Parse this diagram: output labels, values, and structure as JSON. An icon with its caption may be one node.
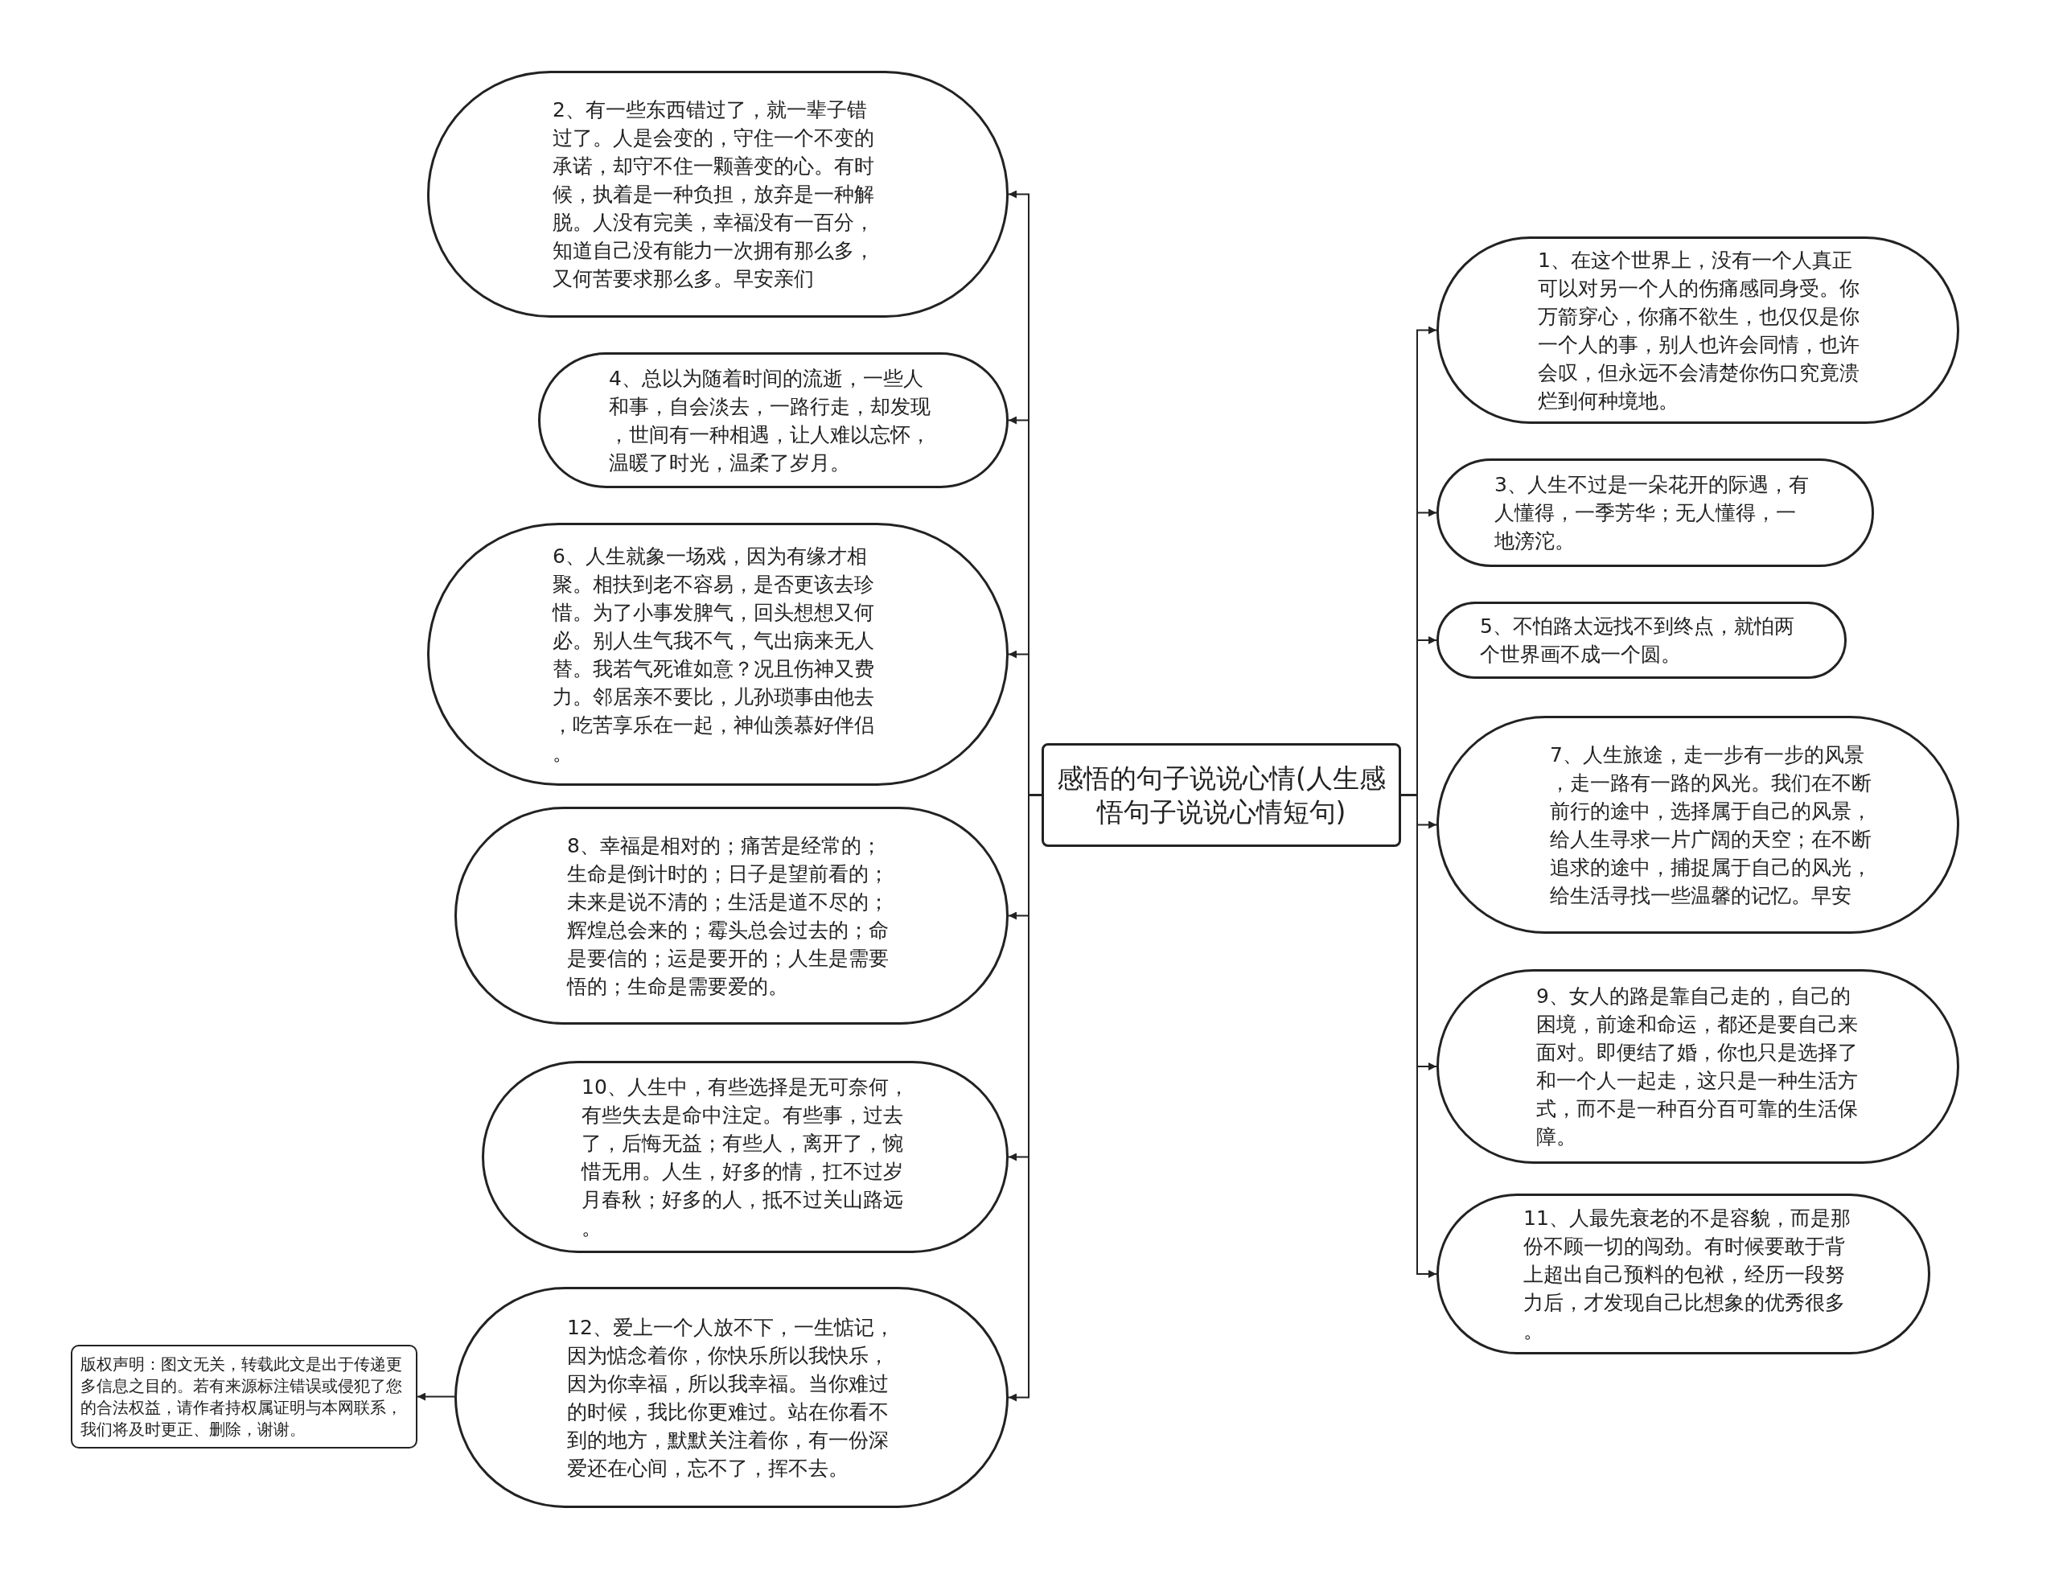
{
  "diagram": {
    "nodes": [
      {
        "text": [
          "感悟的句子说说心情(人生感悟句子说说心情短句)"
        ]
      },
      {
        "text": [
          "1、在这个世界上，没有一个人真正可以对另一个人的伤痛感同身受。你万箭穿心，你痛不欲生，也仅仅是你一个人的事，别人也许会同情，也许会叹，但永远不会清楚你伤口究竟溃烂到何种境地。"
        ]
      },
      {
        "text": [
          "2、有一些东西错过了，就一辈子错过了。人是会变的，守住一个不变的承诺，却守不住一颗善变的心。有时候，执着是一种负担，放弃是一种解脱。人没有完美，幸福没有一百分，知道自己没有能力一次拥有那么多，又何苦要求那么多。早安亲们"
        ]
      },
      {
        "text": [
          "3、人生不过是一朵花开的际遇，有人懂得，一季芳华；无人懂得，一地滂沱。"
        ]
      },
      {
        "text": [
          "4、总以为随着时间的流逝，一些人和事，自会淡去，一路行走，却发现，世间有一种相遇，让人难以忘怀，温暖了时光，温柔了岁月。"
        ]
      },
      {
        "text": [
          "5、不怕路太远找不到终点，就怕两个世界画不成一个圆。"
        ]
      },
      {
        "text": [
          "6、人生就象一场戏，因为有缘才相聚。相扶到老不容易，是否更该去珍惜。为了小事发脾气，回头想想又何必。别人生气我不气，气出病来无人替。我若气死谁如意？况且伤神又费力。邻居亲不要比，儿孙琐事由他去，吃苦享乐在一起，神仙羡慕好伴侣。"
        ]
      },
      {
        "text": [
          "7、人生旅途，走一步有一步的风景，走一路有一路的风光。我们在不断前行的途中，选择属于自己的风景，给人生寻求一片广阔的天空；在不断追求的途中，捕捉属于自己的风光，给生活寻找一些温馨的记忆。早安"
        ]
      },
      {
        "text": [
          "8、幸福是相对的；痛苦是经常的；生命是倒计时的；日子是望前看的；未来是说不清的；生活是道不尽的；辉煌总会来的；霉头总会过去的；命是要信的；运是要开的；人生是需要悟的；生命是需要爱的。"
        ]
      },
      {
        "text": [
          "9、女人的路是靠自己走的，自己的困境，前途和命运，都还是要自己来面对。即便结了婚，你也只是选择了和一个人一起走，这只是一种生活方式，而不是一种百分百可靠的生活保障。"
        ]
      },
      {
        "text": [
          "10、人生中，有些选择是无可奈何，有些失去是命中注定。有些事，过去了，后悔无益；有些人，离开了，惋惜无用。人生，好多的情，扛不过岁月春秋；好多的人，抵不过关山路远。"
        ]
      },
      {
        "text": [
          "11、人最先衰老的不是容貌，而是那份不顾一切的闯劲。有时候要敢于背上超出自己预料的包袱，经历一段努力后，才发现自己比想象的优秀很多。"
        ]
      },
      {
        "text": [
          "12、爱上一个人放不下，一生惦记，因为惦念着你，你快乐所以我快乐，因为你幸福，所以我幸福。当你难过的时候，我比你更难过。站在你看不到的地方，默默关注着你，有一份深爱还在心间，忘不了，挥不去。"
        ]
      },
      {
        "text": [
          "版权声明：图文无关，转载此文是出于传递更多信息之目的。若有来源标注错误或侵犯了您的合法权益，请作者持权属证明与本网联系，我们将及时更正、删除，谢谢。"
        ]
      }
    ],
    "edges": [
      {
        "from": 0,
        "to": 1,
        "arrow": "to"
      },
      {
        "from": 0,
        "to": 2,
        "arrow": "to"
      },
      {
        "from": 0,
        "to": 3,
        "arrow": "to"
      },
      {
        "from": 0,
        "to": 4,
        "arrow": "to"
      },
      {
        "from": 0,
        "to": 5,
        "arrow": "to"
      },
      {
        "from": 0,
        "to": 6,
        "arrow": "to"
      },
      {
        "from": 0,
        "to": 7,
        "arrow": "to"
      },
      {
        "from": 0,
        "to": 8,
        "arrow": "to"
      },
      {
        "from": 0,
        "to": 9,
        "arrow": "to"
      },
      {
        "from": 0,
        "to": 10,
        "arrow": "to"
      },
      {
        "from": 0,
        "to": 11,
        "arrow": "to"
      },
      {
        "from": 0,
        "to": 12,
        "arrow": "to"
      },
      {
        "from": 12,
        "to": 13,
        "arrow": "to"
      }
    ]
  }
}
